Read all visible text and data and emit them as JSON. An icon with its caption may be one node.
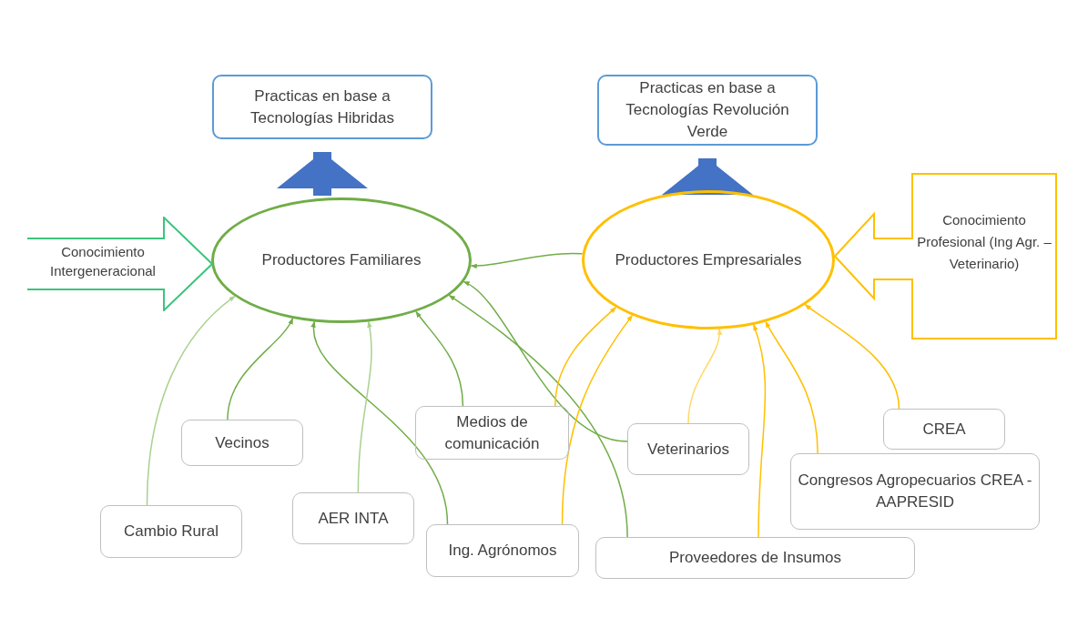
{
  "diagram": {
    "nodes": [
      {
        "text": [
          "Practicas en base a Tecnologías Hibridas"
        ]
      },
      {
        "text": [
          "Practicas en base a Tecnologías Revolución Verde"
        ]
      },
      {
        "text": [
          "Productores Familiares"
        ]
      },
      {
        "text": [
          "Productores Empresariales"
        ]
      },
      {
        "text": [
          "Conocimiento Intergeneracional"
        ]
      },
      {
        "text": [
          "Conocimiento Profesional (Ing Agr. – Veterinario)"
        ]
      },
      {
        "text": [
          "Medios de comunicación"
        ]
      },
      {
        "text": [
          "CREA"
        ]
      },
      {
        "text": [
          "Vecinos"
        ]
      },
      {
        "text": [
          "Veterinarios"
        ]
      },
      {
        "text": [
          "Congresos Agropecuarios CREA - AAPRESID"
        ]
      },
      {
        "text": [
          "AER INTA"
        ]
      },
      {
        "text": [
          "Cambio Rural"
        ]
      },
      {
        "text": [
          "Ing. Agrónomos"
        ]
      },
      {
        "text": [
          "Proveedores de Insumos"
        ]
      }
    ],
    "edges": [
      {
        "from": 2,
        "to": 0,
        "arrow": "to",
        "style": "thick",
        "color": "#4472c4"
      },
      {
        "from": 3,
        "to": 1,
        "arrow": "to",
        "style": "thick",
        "color": "#4472c4"
      },
      {
        "from": 12,
        "to": 2,
        "arrow": "to",
        "color": "#a9d18e"
      },
      {
        "from": 8,
        "to": 2,
        "arrow": "to"
      },
      {
        "from": 13,
        "to": 2,
        "arrow": "to"
      },
      {
        "from": 11,
        "to": 2,
        "arrow": "to",
        "color": "#a9d18e"
      },
      {
        "from": 6,
        "to": 2,
        "arrow": "to"
      },
      {
        "from": 14,
        "to": 2,
        "arrow": "to"
      },
      {
        "from": 9,
        "to": 2,
        "arrow": "to"
      },
      {
        "from": 3,
        "to": 2,
        "arrow": "to"
      },
      {
        "from": 6,
        "to": 3,
        "arrow": "to",
        "color": "#ffc000"
      },
      {
        "from": 13,
        "to": 3,
        "arrow": "to",
        "color": "#ffc000"
      },
      {
        "from": 9,
        "to": 3,
        "arrow": "to",
        "color": "#ffd966"
      },
      {
        "from": 14,
        "to": 3,
        "arrow": "to",
        "color": "#ffc000"
      },
      {
        "from": 10,
        "to": 3,
        "arrow": "to",
        "color": "#ffc000"
      },
      {
        "from": 7,
        "to": 3,
        "arrow": "to",
        "color": "#ffc000"
      }
    ]
  }
}
